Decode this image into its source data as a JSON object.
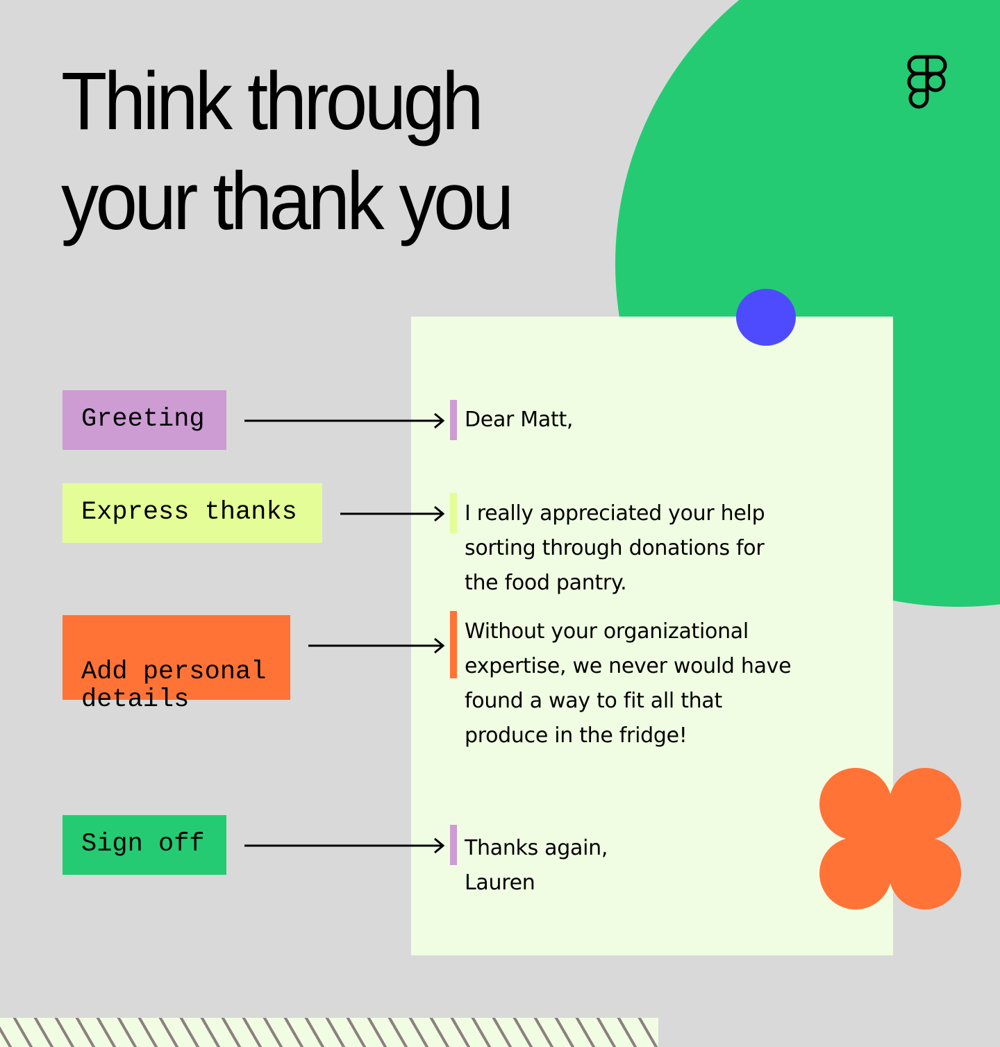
{
  "heading": {
    "line1": "Think through",
    "line2": "your thank you"
  },
  "logo": {
    "icon": "figma-logo-icon"
  },
  "colors": {
    "background": "#d9d9d9",
    "green": "#24cb72",
    "purple": "#cc9cd3",
    "lime": "#e4fd97",
    "orange": "#ff7337",
    "blue": "#4e4bff",
    "note": "#f0fde2",
    "hatch_stripe": "#8c8080"
  },
  "labels": [
    {
      "text": "Greeting",
      "color": "#cc9cd3"
    },
    {
      "text": "Express thanks",
      "color": "#e4fd97"
    },
    {
      "text": "Add personal\ndetails",
      "color": "#ff7337"
    },
    {
      "text": "Sign off",
      "color": "#24cb72"
    }
  ],
  "letter": {
    "greeting": "Dear Matt,",
    "thanks": "I really appreciated your help\nsorting through donations for\nthe food pantry.",
    "details": "Without your organizational\nexpertise, we never would have\nfound a way to fit all that\nproduce in the fridge!",
    "signoff": "Thanks again,\nLauren"
  }
}
